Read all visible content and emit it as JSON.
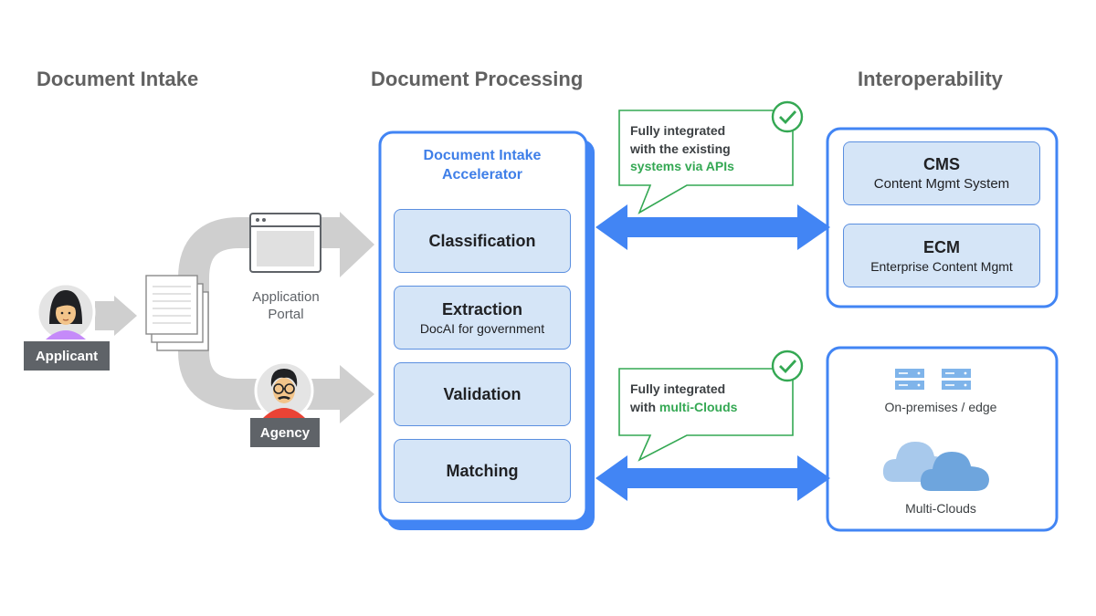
{
  "sections": {
    "intake": "Document Intake",
    "processing": "Document Processing",
    "interop": "Interoperability"
  },
  "actors": {
    "applicant": "Applicant",
    "agency": "Agency",
    "portal_line1": "Application",
    "portal_line2": "Portal"
  },
  "accelerator": {
    "title_line1": "Document Intake",
    "title_line2": "Accelerator",
    "steps": [
      {
        "name": "Classification",
        "sub": ""
      },
      {
        "name": "Extraction",
        "sub": "DocAI for government"
      },
      {
        "name": "Validation",
        "sub": ""
      },
      {
        "name": "Matching",
        "sub": ""
      }
    ]
  },
  "callouts": {
    "apis_line1": "Fully integrated",
    "apis_line2": "with the existing",
    "apis_highlight": "systems via APIs",
    "clouds_line1": "Fully integrated",
    "clouds_prefix": "with ",
    "clouds_highlight": "multi-Clouds"
  },
  "systems": [
    {
      "name": "CMS",
      "sub": "Content Mgmt System"
    },
    {
      "name": "ECM",
      "sub": "Enterprise Content Mgmt"
    }
  ],
  "infrastructure": {
    "onprem": "On-premises / edge",
    "clouds": "Multi-Clouds"
  },
  "colors": {
    "blue_accent": "#4285f4",
    "green_highlight": "#34a853",
    "step_fill": "#d5e5f7",
    "tag_gray": "#5f6368"
  }
}
